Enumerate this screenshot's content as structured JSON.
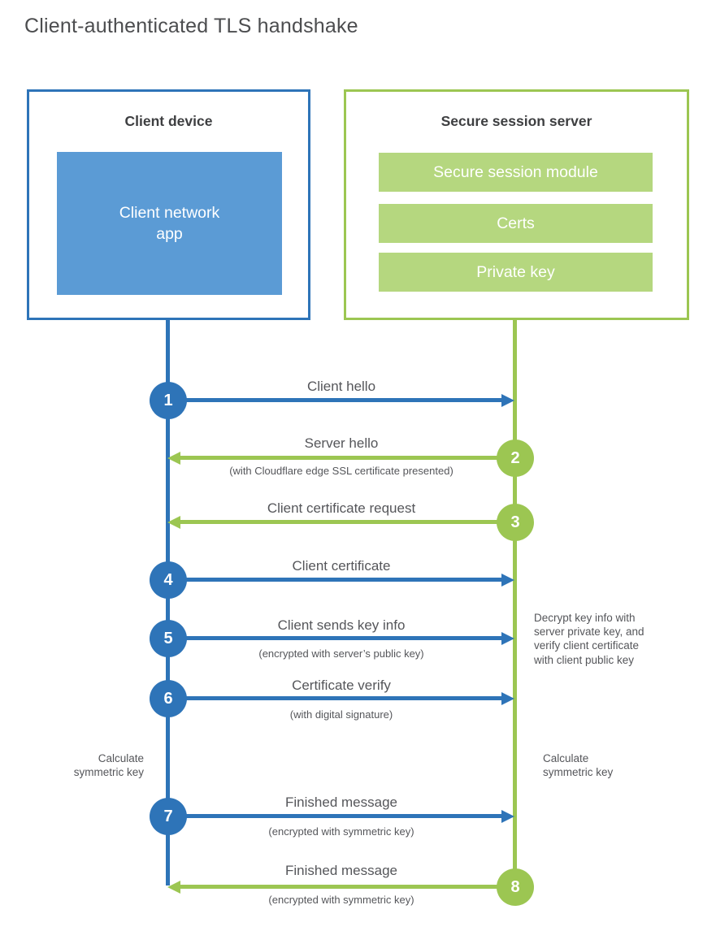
{
  "title": "Client-authenticated TLS handshake",
  "colors": {
    "blue": "#2e74b8",
    "blue_fill": "#5b9bd5",
    "green": "#9cc652",
    "green_fill": "#b5d77f",
    "heading_text": "#3e3f41",
    "body_text": "#55565a",
    "title_text": "#4c4d4f",
    "white": "#ffffff"
  },
  "client_box": {
    "title": "Client device",
    "app_label": "Client network\napp"
  },
  "server_box": {
    "title": "Secure session server",
    "modules": [
      "Secure session module",
      "Certs",
      "Private key"
    ]
  },
  "steps": [
    {
      "num": "1",
      "label": "Client hello",
      "sublabel": "",
      "direction": "client-to-server"
    },
    {
      "num": "2",
      "label": "Server hello",
      "sublabel": "(with Cloudflare edge SSL certificate presented)",
      "direction": "server-to-client"
    },
    {
      "num": "3",
      "label": "Client certificate request",
      "sublabel": "",
      "direction": "server-to-client"
    },
    {
      "num": "4",
      "label": "Client certificate",
      "sublabel": "",
      "direction": "client-to-server"
    },
    {
      "num": "5",
      "label": "Client sends key info",
      "sublabel": "(encrypted with server’s public key)",
      "direction": "client-to-server"
    },
    {
      "num": "6",
      "label": "Certificate verify",
      "sublabel": "(with digital signature)",
      "direction": "client-to-server"
    },
    {
      "num": "7",
      "label": "Finished message",
      "sublabel": "(encrypted with symmetric key)",
      "direction": "client-to-server"
    },
    {
      "num": "8",
      "label": "Finished message",
      "sublabel": "(encrypted with symmetric key)",
      "direction": "server-to-client"
    }
  ],
  "side_notes": {
    "server_note": "Decrypt key info with\nserver private key, and\nverify client certificate\nwith client public key",
    "client_calc": "Calculate\nsymmetric key",
    "server_calc": "Calculate\nsymmetric key"
  }
}
